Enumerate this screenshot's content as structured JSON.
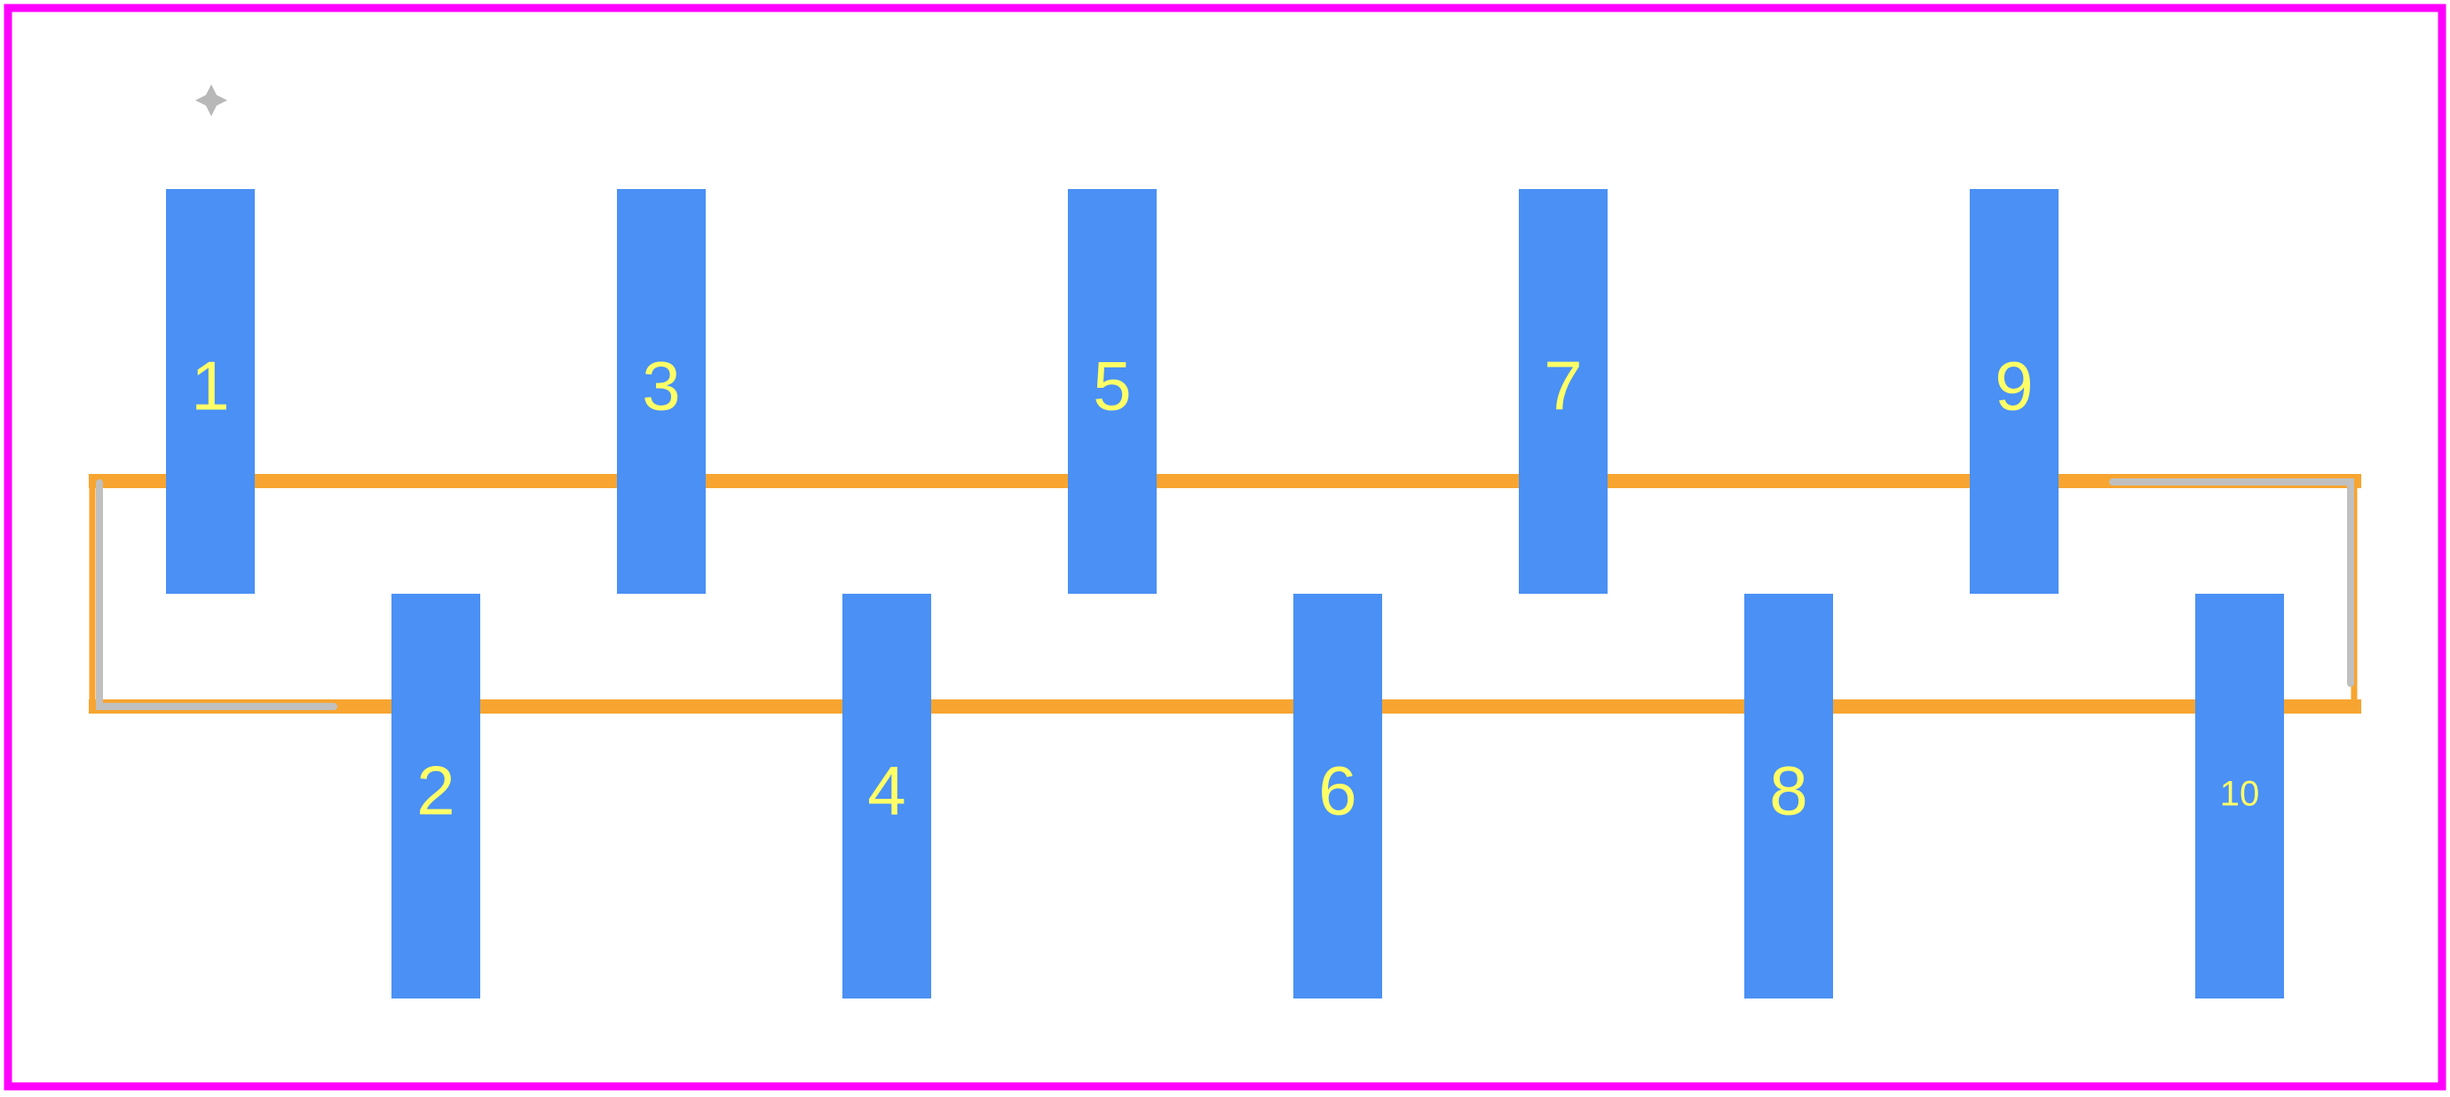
{
  "colors": {
    "background": "#ffffff",
    "board_outline": "#ff00ff",
    "courtyard": "#f7a530",
    "silkscreen": "#c0c0c0",
    "pad": "#4a90f5",
    "pad_label": "#ffff66",
    "origin_marker": "#b8b8b8"
  },
  "icons": {
    "origin": "origin-crosshair-icon"
  },
  "pads": [
    {
      "id": "pad-1",
      "label": "1",
      "row": "top"
    },
    {
      "id": "pad-2",
      "label": "2",
      "row": "bottom"
    },
    {
      "id": "pad-3",
      "label": "3",
      "row": "top"
    },
    {
      "id": "pad-4",
      "label": "4",
      "row": "bottom"
    },
    {
      "id": "pad-5",
      "label": "5",
      "row": "top"
    },
    {
      "id": "pad-6",
      "label": "6",
      "row": "bottom"
    },
    {
      "id": "pad-7",
      "label": "7",
      "row": "top"
    },
    {
      "id": "pad-8",
      "label": "8",
      "row": "bottom"
    },
    {
      "id": "pad-9",
      "label": "9",
      "row": "top"
    },
    {
      "id": "pad-10",
      "label": "10",
      "row": "bottom"
    }
  ]
}
